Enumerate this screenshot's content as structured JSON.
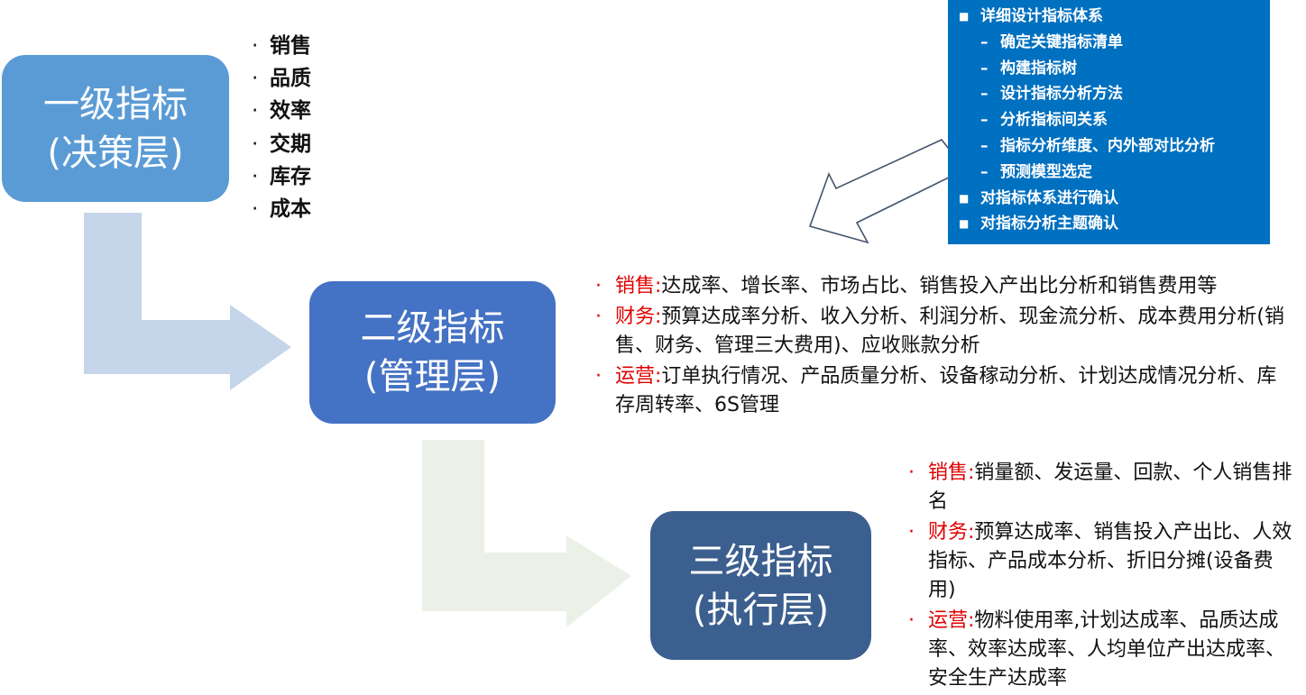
{
  "levels": [
    {
      "line1": "一级指标",
      "line2": "(决策层)",
      "color": "#5b9bd5"
    },
    {
      "line1": "二级指标",
      "line2": "(管理层)",
      "color": "#4472c4"
    },
    {
      "line1": "三级指标",
      "line2": "(执行层)",
      "color": "#3b5f8e"
    }
  ],
  "level1_items": [
    "销售",
    "品质",
    "效率",
    "交期",
    "库存",
    "成本"
  ],
  "level2_details": [
    {
      "key": "销售:",
      "text": "达成率、增长率、市场占比、销售投入产出比分析和销售费用等"
    },
    {
      "key": "财务:",
      "text": "预算达成率分析、收入分析、利润分析、现金流分析、成本费用分析(销售、财务、管理三大费用)、应收账款分析"
    },
    {
      "key": "运营:",
      "text": "订单执行情况、产品质量分析、设备稼动分析、计划达成情况分析、库存周转率、6S管理"
    }
  ],
  "level3_details": [
    {
      "key": "销售:",
      "text": "销量额、发运量、回款、个人销售排名"
    },
    {
      "key": "财务:",
      "text": "预算达成率、销售投入产出比、人效指标、产品成本分析、折旧分摊(设备费用)"
    },
    {
      "key": "运营:",
      "text": "物料使用率,计划达成率、品质达成率、效率达成率、人均单位产出达成率、安全生产达成率"
    }
  ],
  "task_box": {
    "items": [
      {
        "level": 1,
        "text": "详细设计指标体系"
      },
      {
        "level": 2,
        "text": "确定关键指标清单"
      },
      {
        "level": 2,
        "text": "构建指标树"
      },
      {
        "level": 2,
        "text": "设计指标分析方法"
      },
      {
        "level": 2,
        "text": "分析指标间关系"
      },
      {
        "level": 2,
        "text": "指标分析维度、内外部对比分析"
      },
      {
        "level": 2,
        "text": "预测模型选定"
      },
      {
        "level": 1,
        "text": "对指标体系进行确认"
      },
      {
        "level": 1,
        "text": "对指标分析主题确认"
      }
    ],
    "color": "#0070c0"
  },
  "colors": {
    "arrow1": "#c5d5ea",
    "arrow2": "#ebf1e6",
    "highlight": "#e00000"
  }
}
